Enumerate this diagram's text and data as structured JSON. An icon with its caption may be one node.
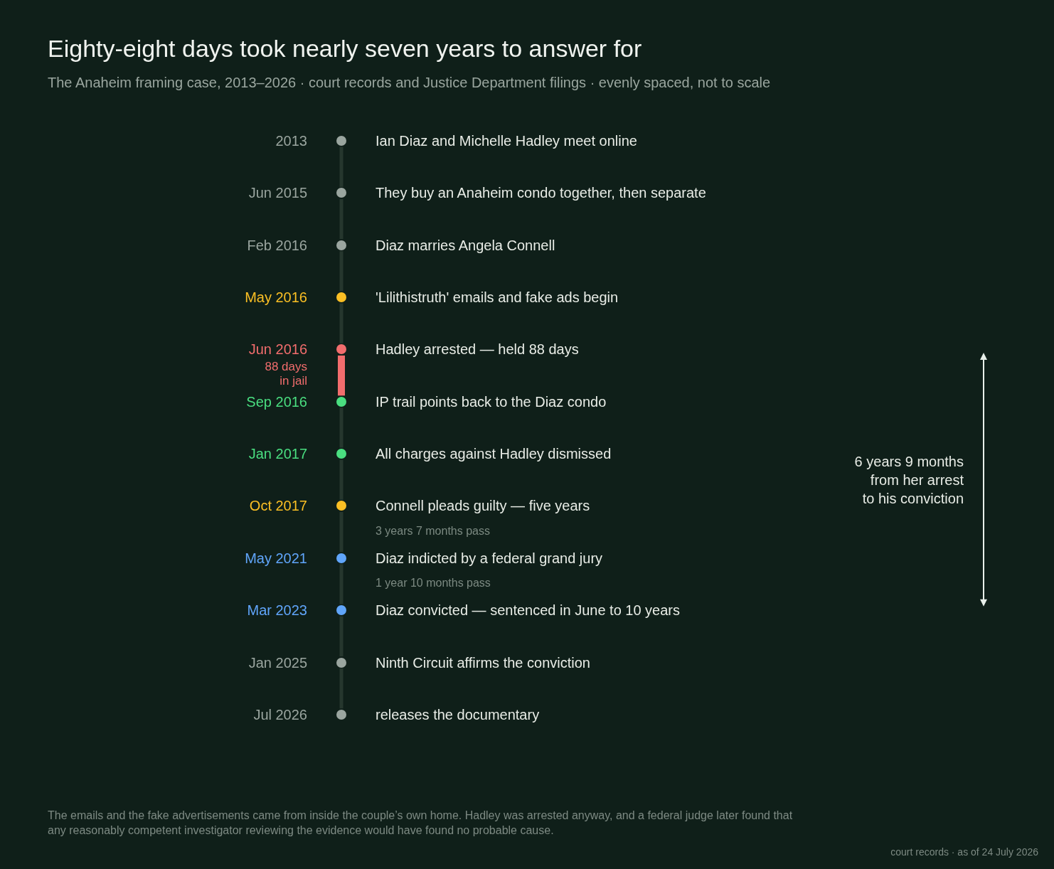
{
  "diagram": {
    "title": "Eighty-eight days took nearly seven years to answer for",
    "caption": "The emails and the fake advertisements came from inside the couple’s own home. Hadley was arrested anyway, and a federal judge later found that any reasonably competent investigator reviewing the evidence would have found no probable cause.",
    "nodes": [
      {
        "text": [],
        "shape": "circle",
        "beside": [
          "2013",
          "Ian Diaz and Michelle Hadley meet online"
        ]
      },
      {
        "text": [],
        "shape": "circle",
        "beside": [
          "Jun 2015",
          "They buy an Anaheim condo together, then separate"
        ]
      },
      {
        "text": [],
        "shape": "circle",
        "beside": [
          "Feb 2016",
          "Diaz marries Angela Connell"
        ]
      },
      {
        "text": [],
        "shape": "circle",
        "beside": [
          "May 2016",
          "'Lilithistruth' emails and fake ads begin"
        ]
      },
      {
        "text": [],
        "shape": "circle",
        "beside": [
          "Jun 2016",
          "Hadley arrested — held 88 days"
        ]
      },
      {
        "text": [],
        "shape": "circle",
        "beside": [
          "Sep 2016",
          "IP trail points back to the Diaz condo"
        ]
      },
      {
        "text": [],
        "shape": "circle",
        "beside": [
          "Jan 2017",
          "All charges against Hadley dismissed"
        ]
      },
      {
        "text": [],
        "shape": "circle",
        "beside": [
          "Oct 2017",
          "Connell pleads guilty — five years"
        ]
      },
      {
        "text": [],
        "shape": "circle",
        "beside": [
          "May 2021",
          "Diaz indicted by a federal grand jury"
        ]
      },
      {
        "text": [],
        "shape": "circle",
        "beside": [
          "Mar 2023",
          "Diaz convicted — sentenced in June to 10 years"
        ]
      },
      {
        "text": [],
        "shape": "circle",
        "beside": [
          "Jan 2025",
          "Ninth Circuit affirms the conviction"
        ]
      },
      {
        "text": [],
        "shape": "circle",
        "beside": [
          "Jul 2026",
          "releases the documentary"
        ]
      }
    ],
    "edges": [
      {
        "from": 0,
        "to": 1,
        "arrow": "none"
      },
      {
        "from": 1,
        "to": 2,
        "arrow": "none"
      },
      {
        "from": 2,
        "to": 3,
        "arrow": "none"
      },
      {
        "from": 3,
        "to": 4,
        "arrow": "none"
      },
      {
        "from": 4,
        "to": 5,
        "arrow": "none",
        "label": "88 days in jail",
        "style": "thick",
        "color": "#f26d6d"
      },
      {
        "from": 5,
        "to": 6,
        "arrow": "none"
      },
      {
        "from": 6,
        "to": 7,
        "arrow": "none"
      },
      {
        "from": 7,
        "to": 8,
        "arrow": "none",
        "label": "3 years 7 months pass"
      },
      {
        "from": 8,
        "to": 9,
        "arrow": "none",
        "label": "1 year 10 months pass"
      },
      {
        "from": 9,
        "to": 10,
        "arrow": "none"
      },
      {
        "from": 10,
        "to": 11,
        "arrow": "none"
      }
    ],
    "labels": [
      "The Anaheim framing case, 2013–2026 · court records and Justice Department filings · evenly spaced, not to scale",
      "6 years 9 months from her arrest to his conviction",
      "court records · as of 24 July 2026"
    ]
  }
}
